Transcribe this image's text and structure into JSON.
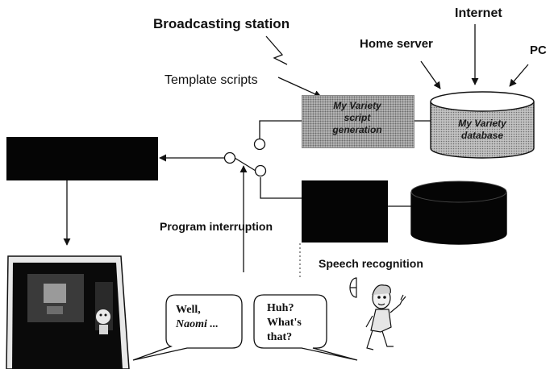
{
  "labels": {
    "broadcasting_station": "Broadcasting station",
    "internet": "Internet",
    "home_server": "Home server",
    "pc": "PC",
    "template_scripts": "Template scripts",
    "program_interruption": "Program interruption",
    "speech_recognition": "Speech recognition"
  },
  "script_box": {
    "line1": "My Variety",
    "line2": "script",
    "line3": "generation"
  },
  "database": {
    "line1": "My Variety",
    "line2": "database"
  },
  "bubble_left": {
    "line1": "Well,",
    "line2": "Naomi ..."
  },
  "bubble_right": {
    "line1": "Huh?",
    "line2": "What's",
    "line3": "that?"
  }
}
